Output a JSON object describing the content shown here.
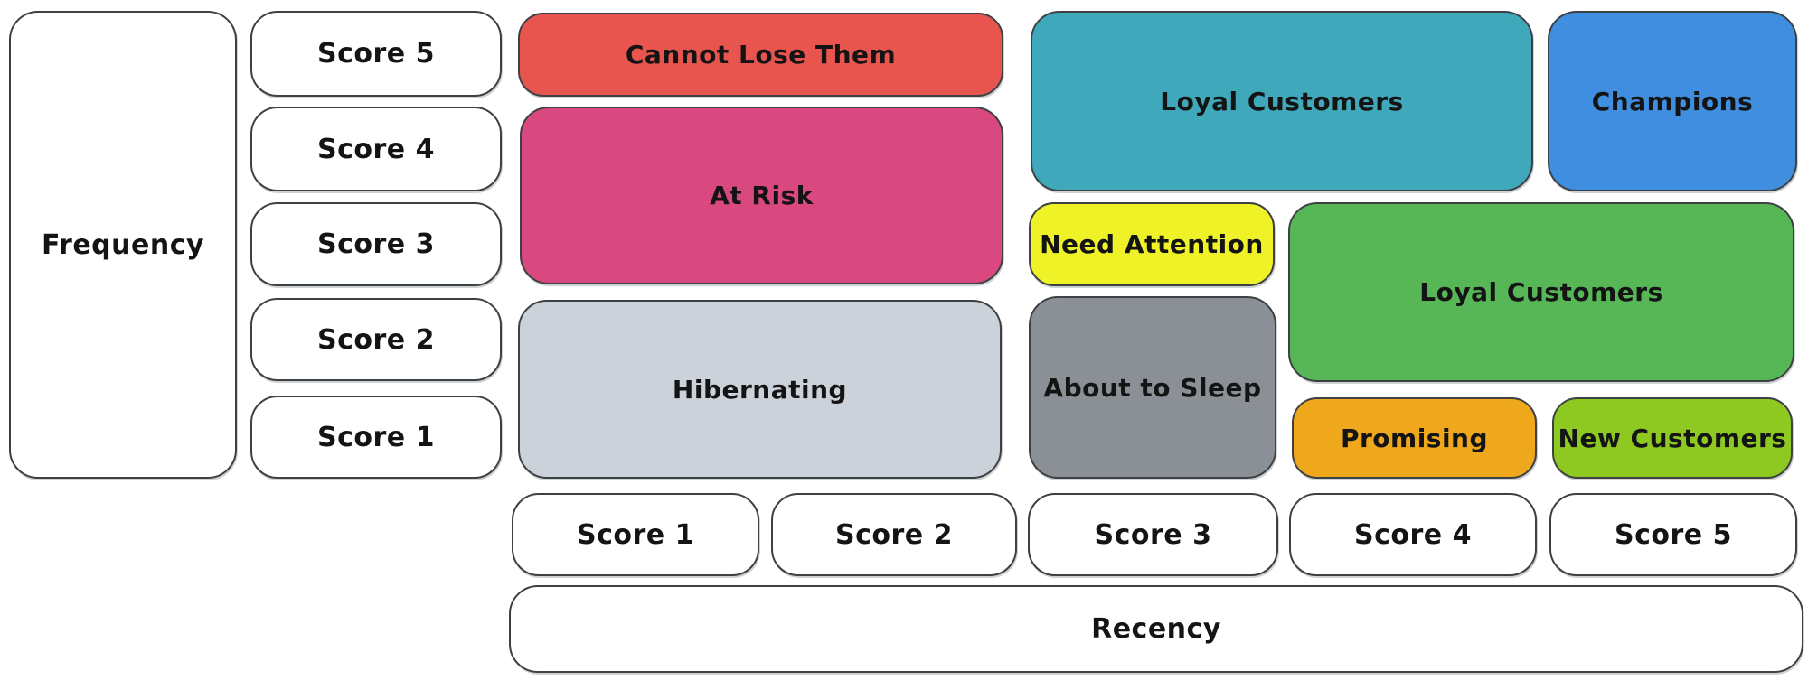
{
  "diagram": {
    "frequency_axis": {
      "label": "Frequency",
      "scores": [
        "Score 5",
        "Score 4",
        "Score 3",
        "Score 2",
        "Score 1"
      ]
    },
    "recency_axis": {
      "label": "Recency",
      "scores": [
        "Score 1",
        "Score 2",
        "Score 3",
        "Score 4",
        "Score 5"
      ]
    },
    "segments": [
      {
        "id": "cannot-lose-them",
        "label": "Cannot Lose Them",
        "color": "#e8544e"
      },
      {
        "id": "at-risk",
        "label": "At Risk",
        "color": "#d9487e"
      },
      {
        "id": "hibernating",
        "label": "Hibernating",
        "color": "#ccd2da"
      },
      {
        "id": "loyal-customers-upper",
        "label": "Loyal Customers",
        "color": "#3fa8bb"
      },
      {
        "id": "champions",
        "label": "Champions",
        "color": "#3f8ee0"
      },
      {
        "id": "need-attention",
        "label": "Need Attention",
        "color": "#eef226"
      },
      {
        "id": "loyal-customers-lower",
        "label": "Loyal Customers",
        "color": "#57b757"
      },
      {
        "id": "about-to-sleep",
        "label": "About to Sleep",
        "color": "#8a9096"
      },
      {
        "id": "promising",
        "label": "Promising",
        "color": "#efa81b"
      },
      {
        "id": "new-customers",
        "label": "New Customers",
        "color": "#8ec922"
      }
    ],
    "colors": {
      "border": "#3e4144",
      "text": "#141414",
      "background": "#ffffff"
    }
  }
}
